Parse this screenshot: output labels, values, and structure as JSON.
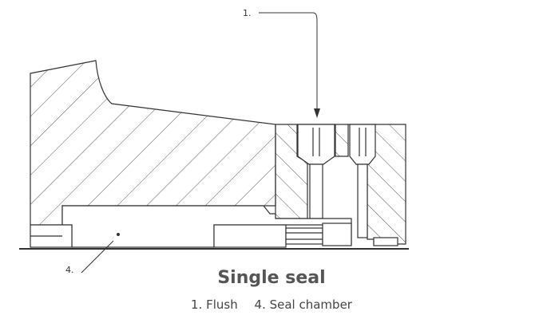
{
  "callouts": [
    {
      "number": "1."
    },
    {
      "number": "4."
    }
  ],
  "caption": {
    "title": "Single seal",
    "legend": [
      {
        "label": "1.  Flush"
      },
      {
        "label": "4. Seal chamber"
      }
    ]
  },
  "colors": {
    "line": "#333333",
    "hatch": "#555555",
    "title": "#555555"
  }
}
